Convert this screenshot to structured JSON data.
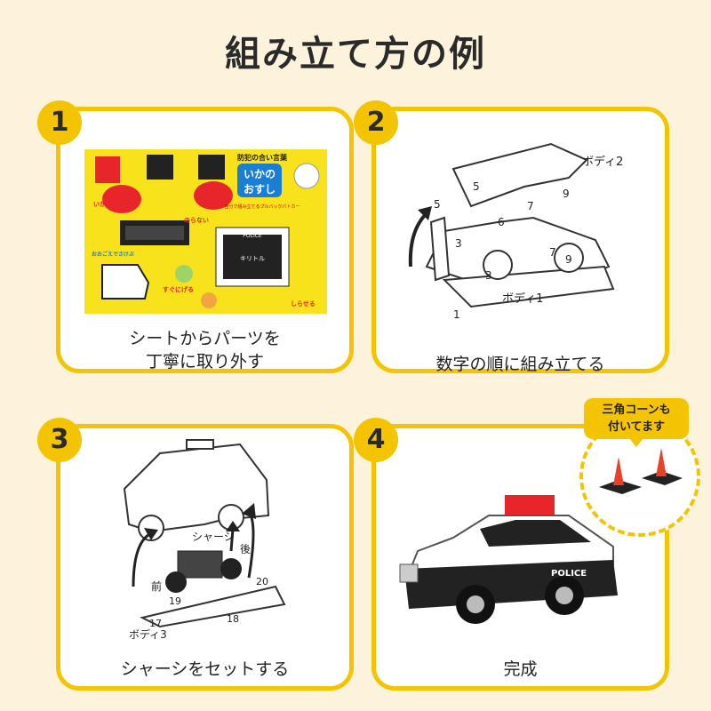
{
  "title": "組み立て方の例",
  "steps": [
    {
      "number": "1",
      "caption_line1": "シートからパーツを",
      "caption_line2": "丁寧に取り外す"
    },
    {
      "number": "2",
      "caption_line1": "数字の順に組み立てる"
    },
    {
      "number": "3",
      "caption_line1": "シャーシをセットする"
    },
    {
      "number": "4",
      "caption_line1": "完成"
    }
  ],
  "sheet": {
    "header": "防犯の合い言葉",
    "logo_line1": "いかの",
    "logo_line2": "おすし",
    "subtitle": "自分で組み立てるプルバックパトカー",
    "words": [
      "いかない",
      "のらない",
      "おおごえでさけぶ",
      "すぐにげる",
      "しらせる"
    ],
    "police": "POLICE",
    "chassis_text": "キリトル"
  },
  "diagram2": {
    "body2": "ボディ2",
    "body1": "ボディ1",
    "nums": [
      "5",
      "5",
      "7",
      "9",
      "6",
      "3",
      "7",
      "9",
      "3",
      "1"
    ]
  },
  "diagram3": {
    "chassis": "シャーシ",
    "rear": "後",
    "front": "前",
    "body3": "ボディ3",
    "nums": [
      "20",
      "19",
      "17",
      "18"
    ]
  },
  "step4": {
    "callout_line1": "三角コーンも",
    "callout_line2": "付いてます",
    "police": "POLICE"
  },
  "colors": {
    "accent": "#f5c400",
    "background": "#fdf3dc",
    "siren": "#e8252b",
    "cone": "#e8402a"
  }
}
